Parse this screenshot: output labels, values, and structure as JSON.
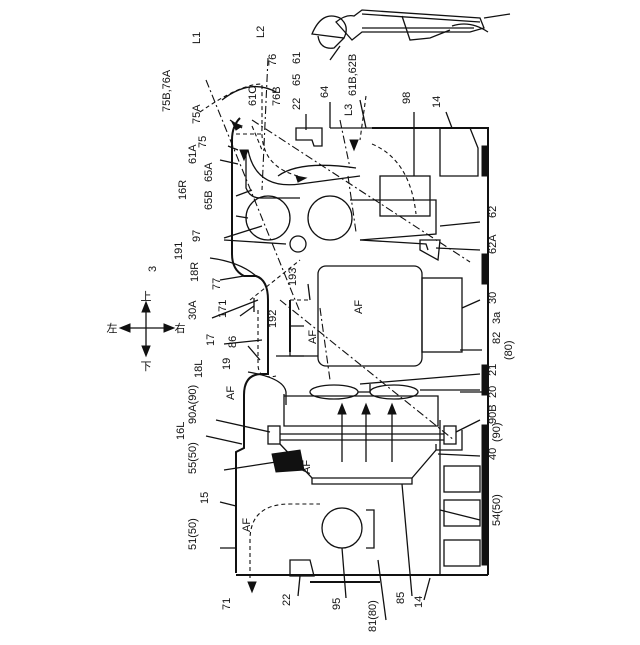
{
  "figure": {
    "labels": {
      "L1": "L1",
      "L2": "L2",
      "L3": "L3",
      "c75B76A": "75B,76A",
      "c75A": "75A",
      "c75": "75",
      "c61A": "61A",
      "c16R": "16R",
      "c65A": "65A",
      "c65B": "65B",
      "c97": "97",
      "c191": "191",
      "c18R": "18R",
      "c77": "77",
      "c30A": "30A",
      "c171": "171",
      "c17": "17",
      "c86": "86",
      "c19": "19",
      "c18L": "18L",
      "c16L": "16L",
      "c90A": "90A(90)",
      "c55": "55(50)",
      "c15": "15",
      "c51": "51(50)",
      "c71": "71",
      "c3": "3",
      "c61C": "61C",
      "c76": "76",
      "c61": "61",
      "c76B": "76B",
      "c65": "65",
      "c22a": "22",
      "c64": "64",
      "c61B62B": "61B,62B",
      "c98": "98",
      "c14a": "14",
      "c62": "62",
      "c62A": "62A",
      "c193": "193",
      "c30": "30",
      "c192": "192",
      "c3a": "3a",
      "c82": "82",
      "c80a": "(80)",
      "c21": "21",
      "c20": "20",
      "c90B": "90B",
      "c90": "(90)",
      "c40": "40",
      "c54": "54(50)",
      "c85": "85",
      "c95": "95",
      "c81": "81(80)",
      "c22b": "22",
      "c14b": "14",
      "AF": "AF"
    },
    "compass": {
      "up": "上",
      "down": "下",
      "left": "左",
      "right": "右"
    }
  }
}
